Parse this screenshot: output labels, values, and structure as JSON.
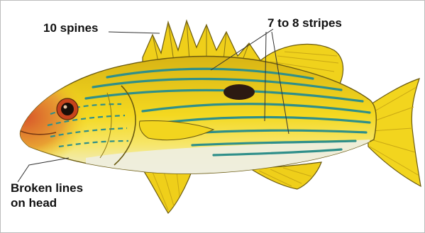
{
  "labels": {
    "spines": "10 spines",
    "stripes": "7 to 8 stripes",
    "broken_line1": "Broken lines",
    "broken_line2": "on head"
  },
  "colors": {
    "body_yellow": "#f2d51e",
    "stripe_blue": "#2f8f8a",
    "belly": "#eeeedd",
    "head_red": "#d8572a",
    "spot": "#2b1a12",
    "outline": "#5a4a10",
    "leader": "#333333"
  }
}
